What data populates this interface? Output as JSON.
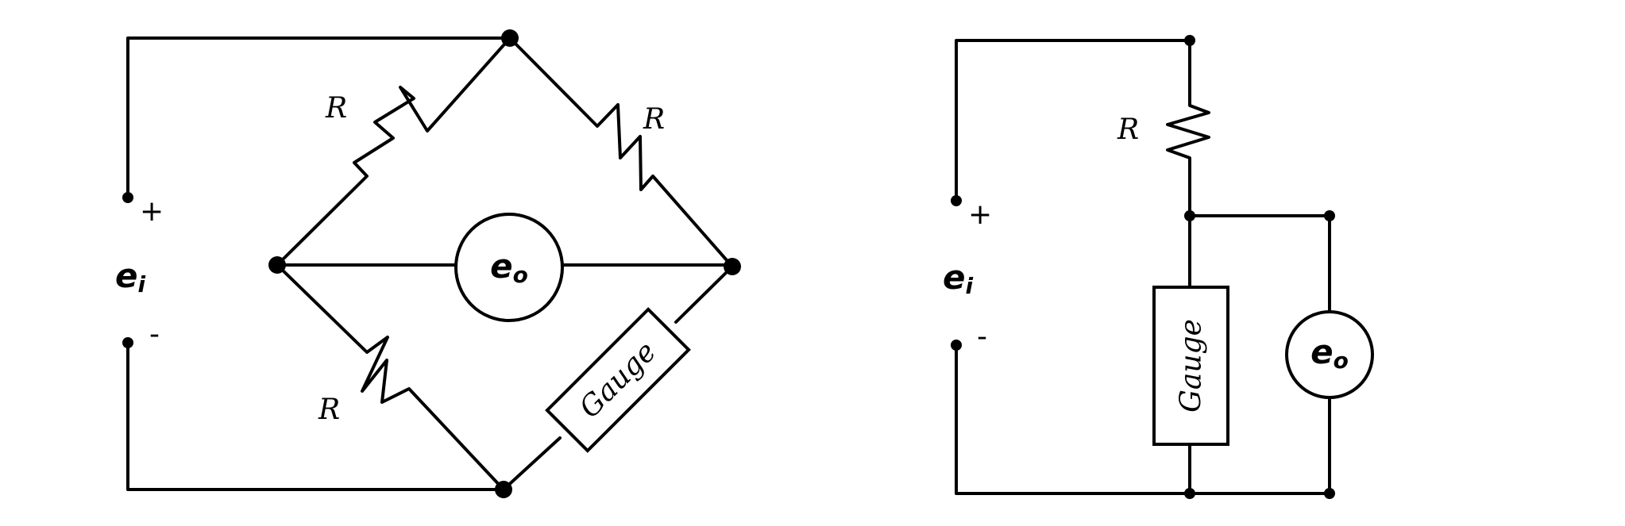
{
  "bridge_circuit": {
    "resistor_top_left": "R",
    "resistor_top_right": "R",
    "resistor_bottom_left": "R",
    "gauge": "Gauge",
    "input_voltage": {
      "symbol": "e",
      "subscript": "i"
    },
    "positive_terminal": "+",
    "negative_terminal": "-",
    "output_voltage": {
      "symbol": "e",
      "subscript": "o"
    }
  },
  "divider_circuit": {
    "resistor": "R",
    "gauge": "Gauge",
    "input_voltage": {
      "symbol": "e",
      "subscript": "i"
    },
    "positive_terminal": "+",
    "negative_terminal": "-",
    "output_voltage": {
      "symbol": "e",
      "subscript": "o"
    }
  }
}
